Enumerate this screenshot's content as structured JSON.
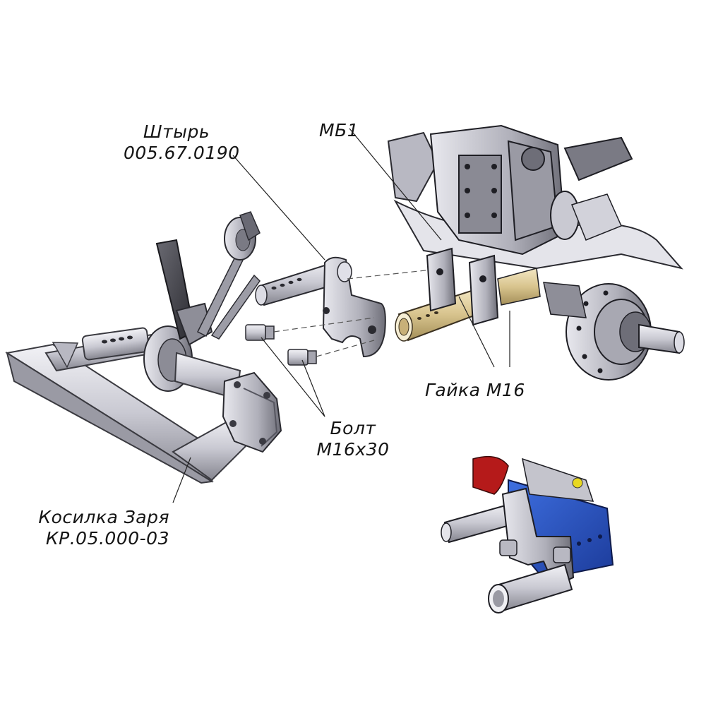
{
  "labels": {
    "pin": {
      "name": "Штырь",
      "code": "005.67.0190"
    },
    "tractor": {
      "name": "МБ1"
    },
    "nut": {
      "name": "Гайка М16"
    },
    "bolt": {
      "name": "Болт",
      "size": "М16х30"
    },
    "mower": {
      "name": "Косилка Заря",
      "code": "КР.05.000-03"
    }
  }
}
